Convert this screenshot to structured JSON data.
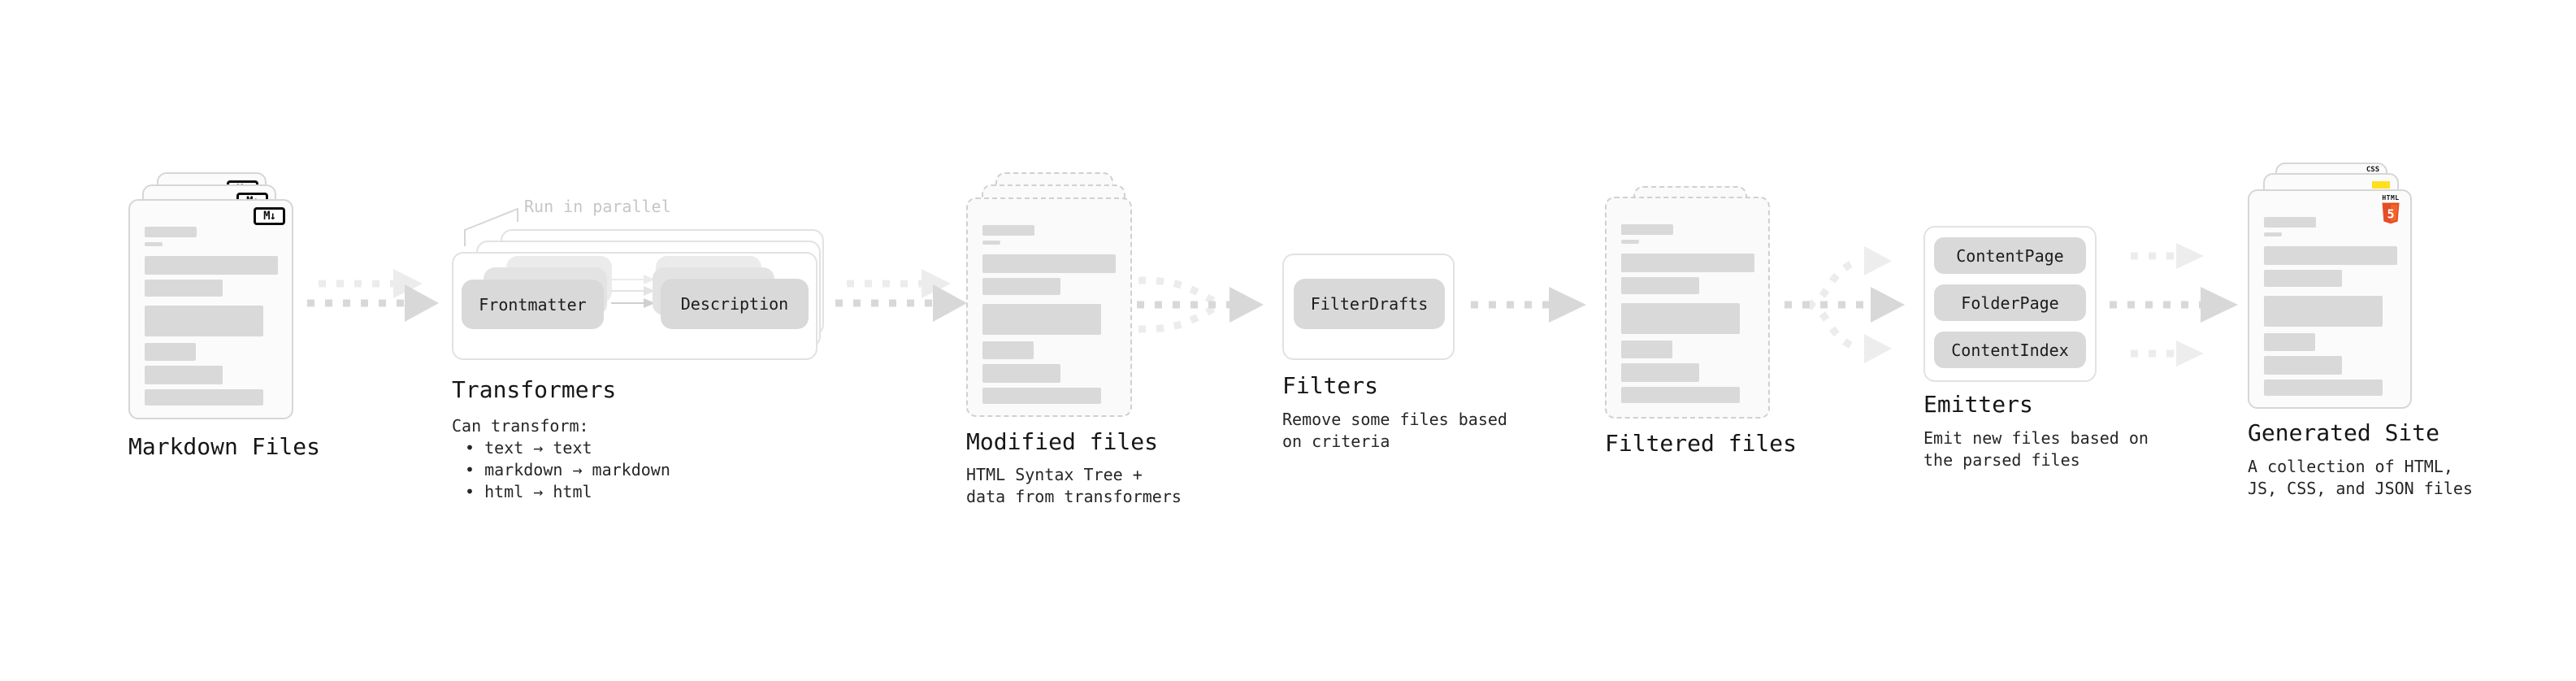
{
  "diagram": {
    "stages": {
      "markdown_files": {
        "title": "Markdown Files"
      },
      "transformers": {
        "title": "Transformers",
        "annotation": "Run in parallel",
        "pill_left": "Frontmatter",
        "pill_right": "Description",
        "body_heading": "Can transform:",
        "bullets": [
          "• text → text",
          "• markdown → markdown",
          "• html → html"
        ]
      },
      "modified_files": {
        "title": "Modified files",
        "subtitle": [
          "HTML Syntax Tree +",
          "data from transformers"
        ]
      },
      "filters": {
        "title": "Filters",
        "pill": "FilterDrafts",
        "subtitle": [
          "Remove some files based",
          "on criteria"
        ]
      },
      "filtered_files": {
        "title": "Filtered files"
      },
      "emitters": {
        "title": "Emitters",
        "pills": [
          "ContentPage",
          "FolderPage",
          "ContentIndex"
        ],
        "subtitle": [
          "Emit new files based on",
          "the parsed files"
        ]
      },
      "generated_site": {
        "title": "Generated Site",
        "subtitle": [
          "A collection of HTML,",
          "JS, CSS, and JSON files"
        ],
        "badge_css": "CSS",
        "badge_html_label": "HTML",
        "badge_html_number": "5"
      }
    },
    "icons": {
      "markdown_logo": "M↓"
    },
    "colors": {
      "html5_orange": "#e44d26",
      "html5_orange_light": "#f16529",
      "css_blue": "#2962ff",
      "js_yellow": "#ffdf1e",
      "skeleton_gray": "#d9d9d9",
      "arrow_gray": "#d8d8d8",
      "arrow_light_gray": "#ececec",
      "annotation_gray": "#c6c6c6"
    }
  }
}
